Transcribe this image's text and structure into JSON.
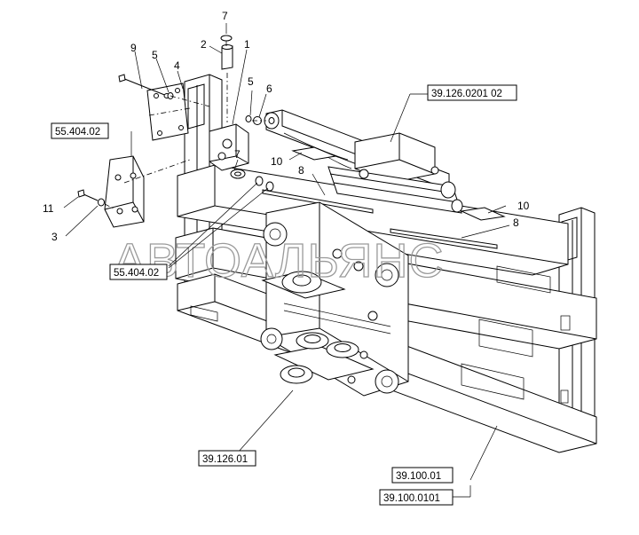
{
  "watermark": "АВТОАЛЬЯНС",
  "callouts": {
    "c1": "1",
    "c2": "2",
    "c3": "3",
    "c4": "4",
    "c5a": "5",
    "c5b": "5",
    "c6": "6",
    "c7a": "7",
    "c7b": "7",
    "c8a": "8",
    "c8b": "8",
    "c9": "9",
    "c10a": "10",
    "c10b": "10",
    "c11": "11"
  },
  "references": {
    "r_cylinder": "39.126.0201 02",
    "r_plate_top": "55.404.02",
    "r_plate_bottom": "55.404.02",
    "r_carriage": "39.126.01",
    "r_frame_a": "39.100.01",
    "r_frame_b": "39.100.0101"
  }
}
